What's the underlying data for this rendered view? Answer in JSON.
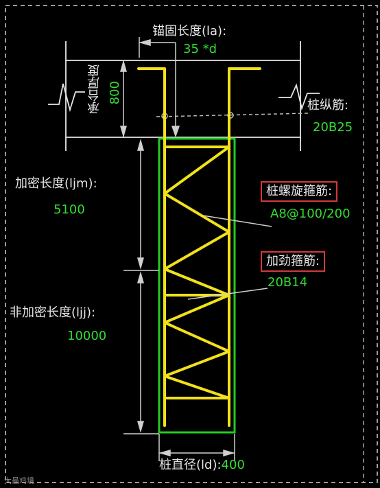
{
  "colors": {
    "background": "#000000",
    "outline": "#e6e6e6",
    "frame": "#cfcfcf",
    "pile_outline": "#22cc22",
    "rebar": "#f2e11a",
    "value_text": "#33dd33",
    "highlight_box": "#d23a3a",
    "dimension": "#cfcfcf",
    "hidden_line": "#bbbbbb"
  },
  "labels": {
    "anchorage_length": "锚固长度(la):",
    "anchorage_value": "35 *d",
    "cap_thickness_label": "承台厚度",
    "cap_thickness_value": "800",
    "pile_longitudinal": "桩纵筋:",
    "pile_longitudinal_value": "20B25",
    "dense_length_label": "加密长度(ljm):",
    "dense_length_value": "5100",
    "spiral_stirrup": "桩螺旋箍筋:",
    "spiral_stirrup_value": "A8@100/200",
    "stiffening_stirrup": "加劲箍筋:",
    "stiffening_stirrup_value": "20B14",
    "nondense_length_label": "非加密长度(ljj):",
    "nondense_length_value": "10000",
    "pile_diameter_label": "桩直径(ld):",
    "pile_diameter_value": "400"
  },
  "watermark": "大最鸡境"
}
